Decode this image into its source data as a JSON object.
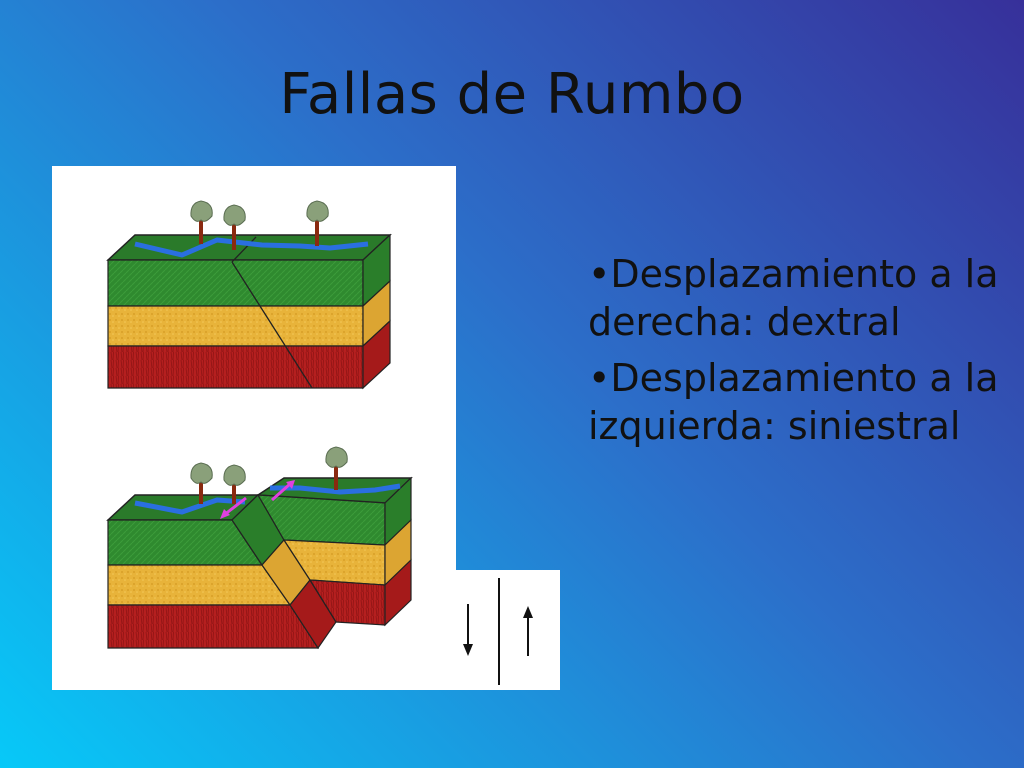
{
  "slide": {
    "title": "Fallas de Rumbo",
    "bullets": [
      {
        "marker": "•",
        "text": "Desplazamiento a la derecha: dextral"
      },
      {
        "marker": "•",
        "text": "Desplazamiento a la izquierda: siniestral"
      }
    ]
  },
  "colors": {
    "background_top_right": "#37309a",
    "background_bottom_left": "#07c9f8",
    "grass": "#2f8a2f",
    "grass_top": "#2a7a2a",
    "sand": "#e8b33a",
    "rock": "#b51f1f",
    "river": "#2a6fe0",
    "arrow": "#e040e0",
    "trunk": "#8a2a10",
    "foliage": "#8aa07a"
  },
  "icons": [
    "tree-icon",
    "down-arrow-icon",
    "up-arrow-icon"
  ]
}
